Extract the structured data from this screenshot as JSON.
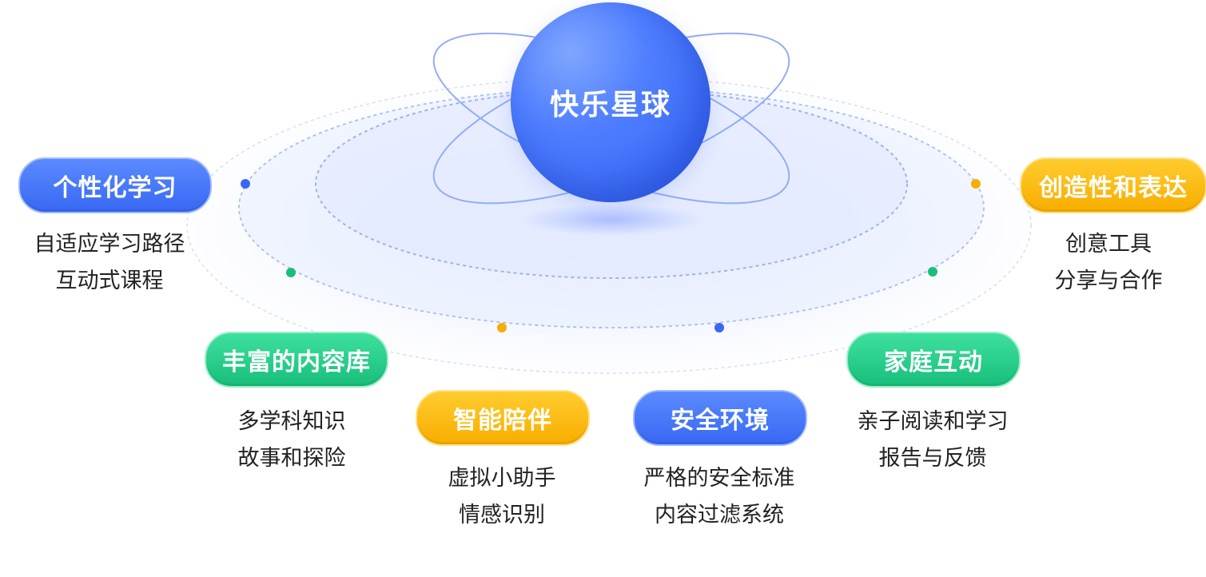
{
  "center": {
    "title": "快乐星球"
  },
  "colors": {
    "blue": "#3868f3",
    "green": "#19be7b",
    "yellow": "#f8ad00"
  },
  "features": [
    {
      "key": "personalized",
      "label": "个性化学习",
      "color": "blue",
      "items": [
        "自适应学习路径",
        "互动式课程"
      ]
    },
    {
      "key": "content",
      "label": "丰富的内容库",
      "color": "green",
      "items": [
        "多学科知识",
        "故事和探险"
      ]
    },
    {
      "key": "companion",
      "label": "智能陪伴",
      "color": "yellow",
      "items": [
        "虚拟小助手",
        "情感识别"
      ]
    },
    {
      "key": "safety",
      "label": "安全环境",
      "color": "blue",
      "items": [
        "严格的安全标准",
        "内容过滤系统"
      ]
    },
    {
      "key": "family",
      "label": "家庭互动",
      "color": "green",
      "items": [
        "亲子阅读和学习",
        "报告与反馈"
      ]
    },
    {
      "key": "creativity",
      "label": "创造性和表达",
      "color": "yellow",
      "items": [
        "创意工具",
        "分享与合作"
      ]
    }
  ]
}
